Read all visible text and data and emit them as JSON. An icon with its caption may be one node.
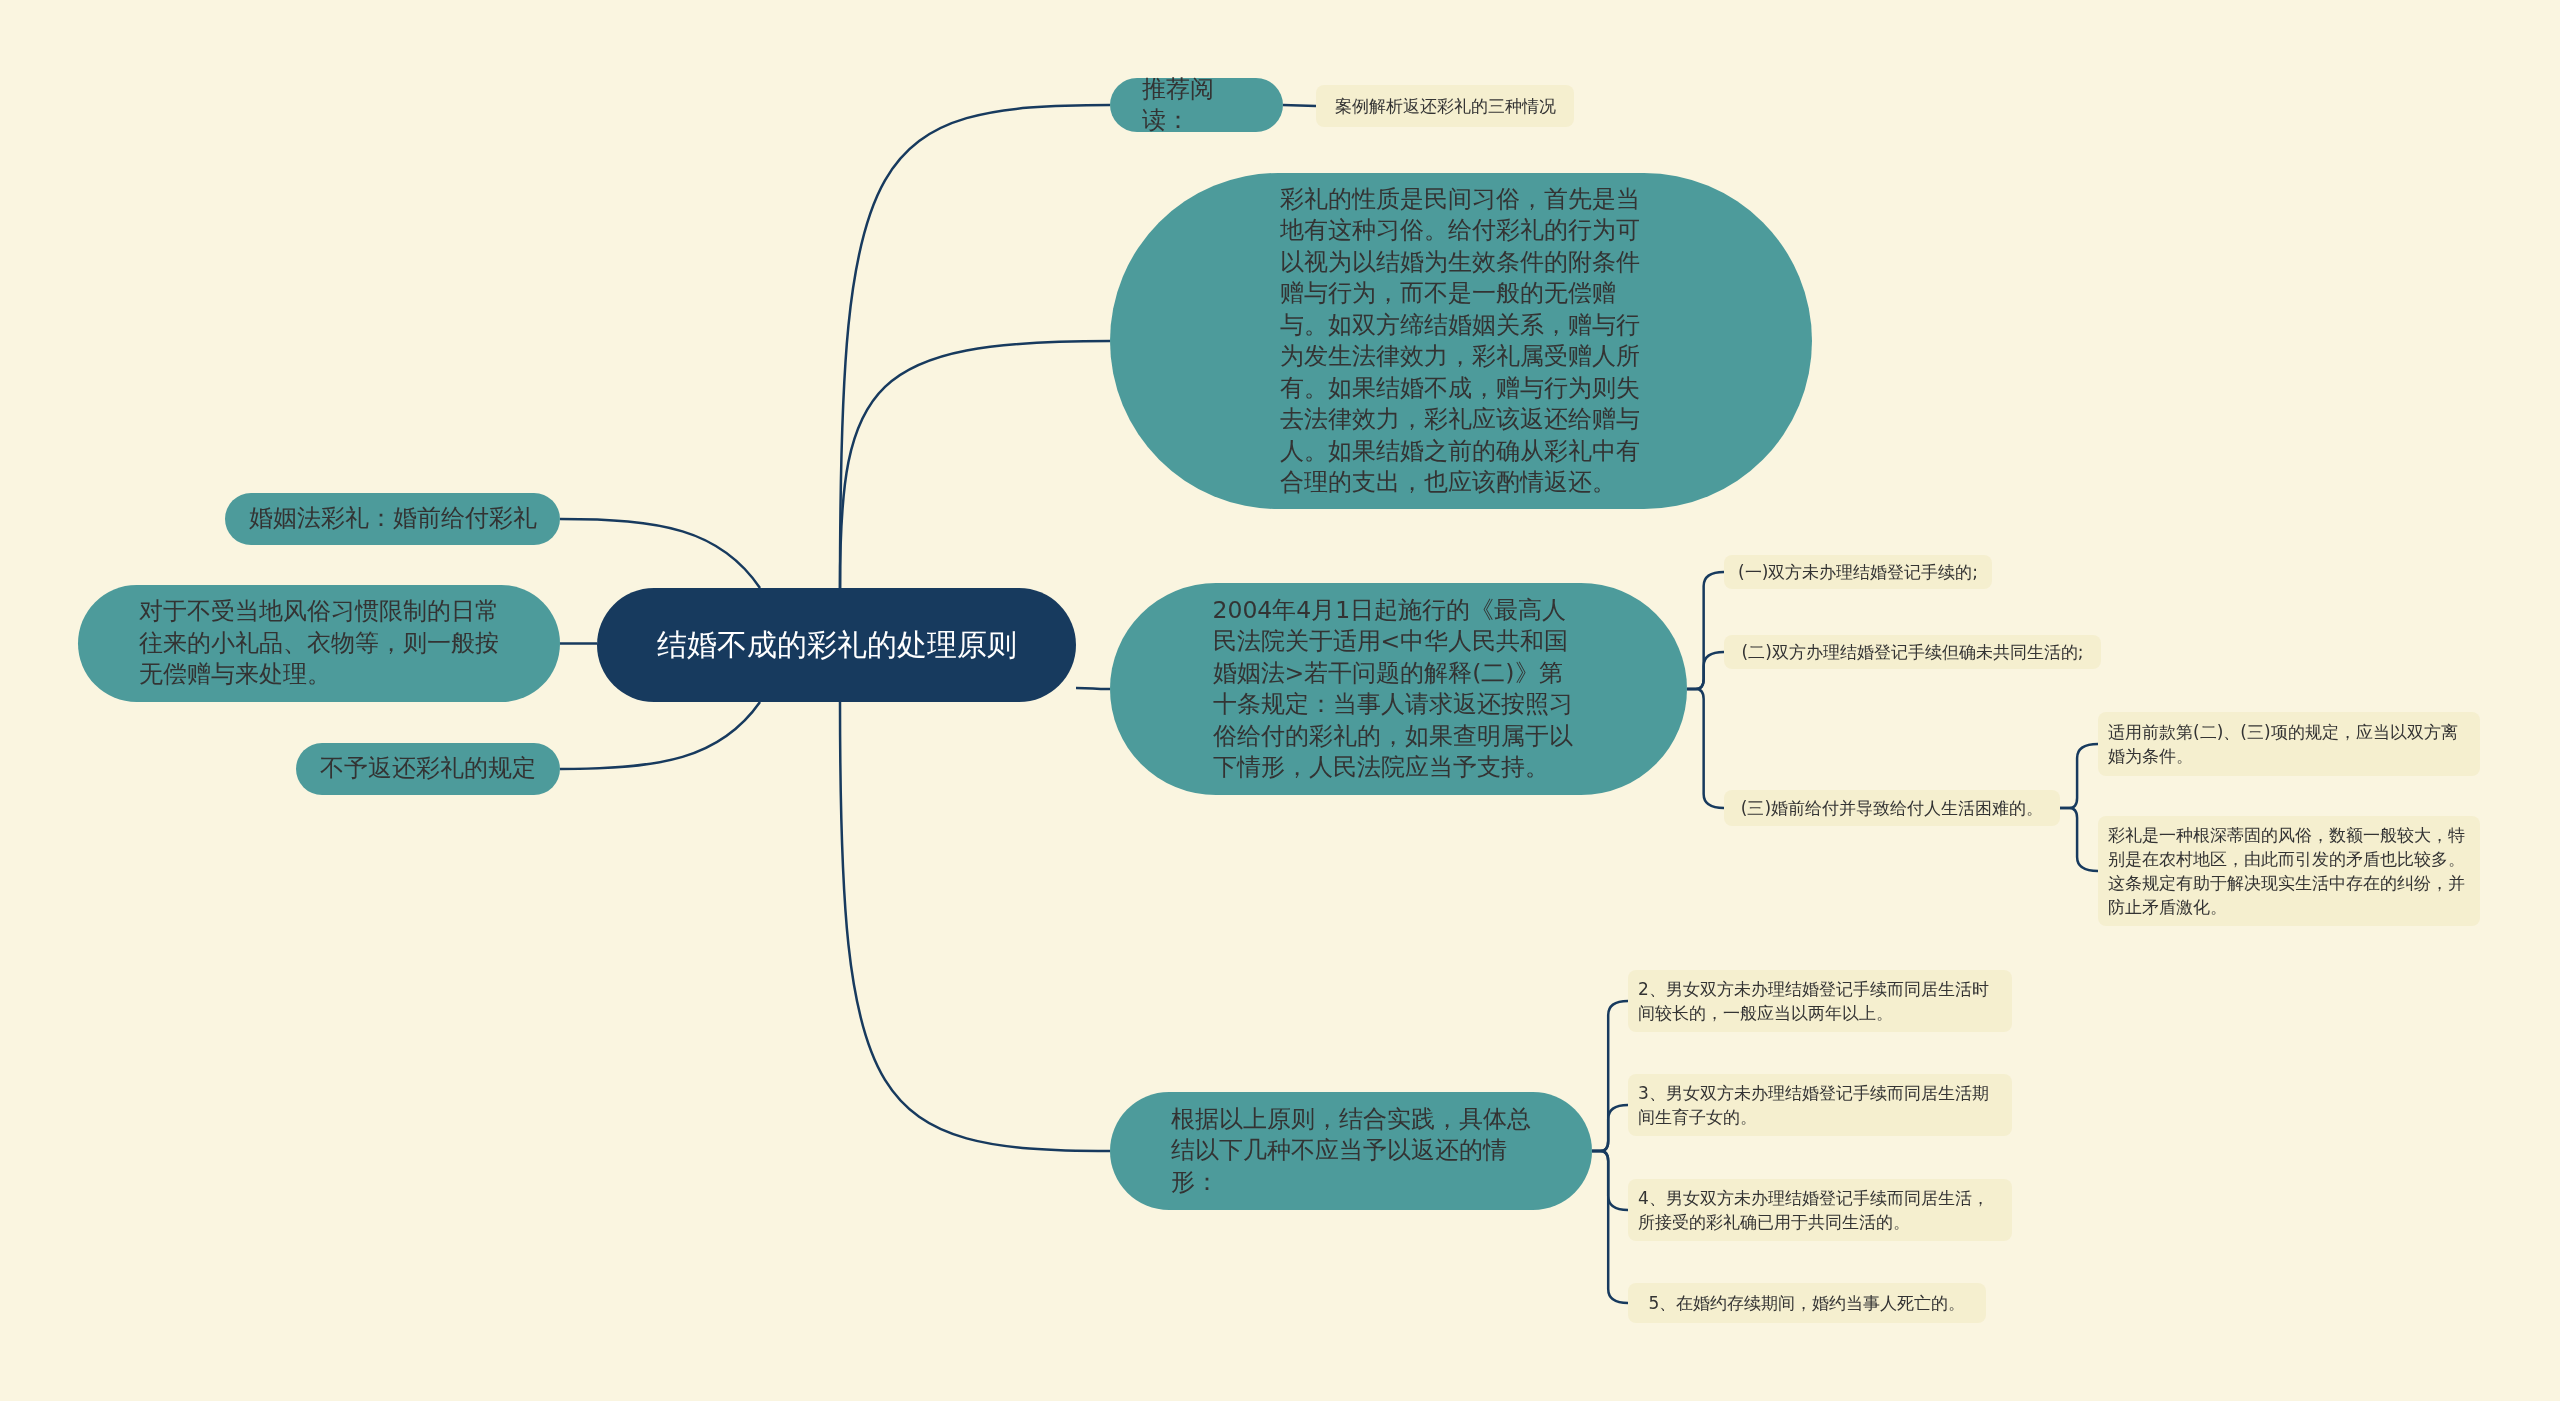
{
  "diagram": {
    "nodes": [
      {
        "text": [
          "结婚不成的彩礼的处理原则"
        ]
      },
      {
        "text": [
          "推荐阅读："
        ]
      },
      {
        "text": [
          "案例解析返还彩礼的三种情况"
        ]
      },
      {
        "text": [
          "彩礼的性质是民间习俗，首先是当地有这种习俗。给付彩礼的行为可以视为以结婚为生效条件的附条件赠与行为，而不是一般的无偿赠与。如双方缔结婚姻关系，赠与行为发生法律效力，彩礼属受赠人所有。如果结婚不成，赠与行为则失去法律效力，彩礼应该返还给赠与人。如果结婚之前的确从彩礼中有合理的支出，也应该酌情返还。"
        ]
      },
      {
        "text": [
          "2004年4月1日起施行的《最高人民法院关于适用<中华人民共和国婚姻法>若干问题的解释(二)》第十条规定：当事人请求返还按照习俗给付的彩礼的，如果查明属于以下情形，人民法院应当予支持。"
        ]
      },
      {
        "text": [
          "(一)双方未办理结婚登记手续的;"
        ]
      },
      {
        "text": [
          "(二)双方办理结婚登记手续但确未共同生活的;"
        ]
      },
      {
        "text": [
          "(三)婚前给付并导致给付人生活困难的。"
        ]
      },
      {
        "text": [
          "适用前款第(二)、(三)项的规定，应当以双方离婚为条件。"
        ]
      },
      {
        "text": [
          "彩礼是一种根深蒂固的风俗，数额一般较大，特别是在农村地区，由此而引发的矛盾也比较多。这条规定有助于解决现实生活中存在的纠纷，并防止矛盾激化。"
        ]
      },
      {
        "text": [
          "根据以上原则，结合实践，具体总结以下几种不应当予以返还的情形："
        ]
      },
      {
        "text": [
          "2、男女双方未办理结婚登记手续而同居生活时间较长的，一般应当以两年以上。"
        ]
      },
      {
        "text": [
          "3、男女双方未办理结婚登记手续而同居生活期间生育子女的。"
        ]
      },
      {
        "text": [
          "4、男女双方未办理结婚登记手续而同居生活，所接受的彩礼确已用于共同生活的。"
        ]
      },
      {
        "text": [
          "5、在婚约存续期间，婚约当事人死亡的。"
        ]
      },
      {
        "text": [
          "婚姻法彩礼：婚前给付彩礼"
        ]
      },
      {
        "text": [
          "对于不受当地风俗习惯限制的日常往来的小礼品、衣物等，则一般按无偿赠与来处理。"
        ]
      },
      {
        "text": [
          "不予返还彩礼的规定"
        ]
      }
    ],
    "edges": [
      {
        "from": 0,
        "to": 1,
        "arrow": "none"
      },
      {
        "from": 1,
        "to": 2,
        "arrow": "none"
      },
      {
        "from": 0,
        "to": 3,
        "arrow": "none"
      },
      {
        "from": 0,
        "to": 4,
        "arrow": "none"
      },
      {
        "from": 4,
        "to": 5,
        "arrow": "none"
      },
      {
        "from": 4,
        "to": 6,
        "arrow": "none"
      },
      {
        "from": 4,
        "to": 7,
        "arrow": "none"
      },
      {
        "from": 7,
        "to": 8,
        "arrow": "none"
      },
      {
        "from": 7,
        "to": 9,
        "arrow": "none"
      },
      {
        "from": 0,
        "to": 10,
        "arrow": "none"
      },
      {
        "from": 10,
        "to": 11,
        "arrow": "none"
      },
      {
        "from": 10,
        "to": 12,
        "arrow": "none"
      },
      {
        "from": 10,
        "to": 13,
        "arrow": "none"
      },
      {
        "from": 10,
        "to": 14,
        "arrow": "none"
      },
      {
        "from": 0,
        "to": 15,
        "arrow": "none"
      },
      {
        "from": 0,
        "to": 16,
        "arrow": "none"
      },
      {
        "from": 0,
        "to": 17,
        "arrow": "none"
      }
    ]
  }
}
